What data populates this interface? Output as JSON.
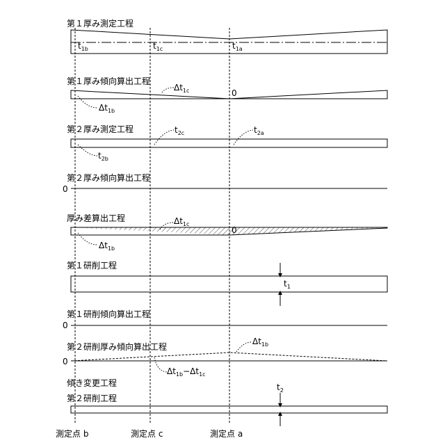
{
  "steps": {
    "s1": "第１厚み測定工程",
    "s2": "第１厚み傾向算出工程",
    "s3": "第２厚み測定工程",
    "s4": "第２厚み傾向算出工程",
    "s5": "厚み差算出工程",
    "s6": "第１研削工程",
    "s7": "第１研削傾向算出工程",
    "s8": "第２研削厚み傾向算出工程",
    "s9": "傾き変更工程",
    "s10": "第２研削工程"
  },
  "points": {
    "b": "測定点 b",
    "c": "測定点 c",
    "a": "測定点 a"
  },
  "symbols": {
    "t": "t",
    "delta_t": "Δt",
    "zero": "0",
    "minus": "−",
    "sub_1b": "1b",
    "sub_1c": "1c",
    "sub_1a": "1a",
    "sub_2c": "2c",
    "sub_2a": "2a",
    "sub_2b": "2b",
    "sub_1": "1",
    "sub_2": "2"
  }
}
